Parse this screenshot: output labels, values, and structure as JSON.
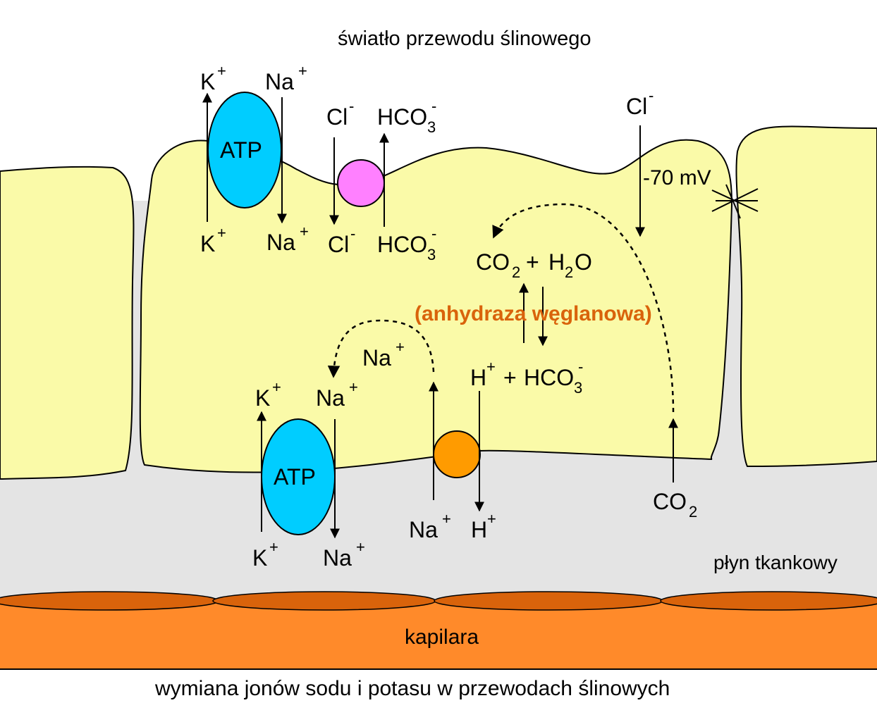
{
  "colors": {
    "cell_fill": "#fafaa8",
    "interstitial_fill": "#e4e4e4",
    "atp_pump": "#00cdff",
    "cl_hco3_exchanger": "#ff80ff",
    "na_h_exchanger": "#ff9b00",
    "capillary": "#ff8a2a",
    "capillary_cell": "#d9630b",
    "enzyme_text": "#d9630b"
  },
  "labels": {
    "lumen": "światło przewodu ślinowego",
    "interstitial": "płyn tkankowy",
    "capillary": "kapilara",
    "caption": "wymiana jonów sodu i potasu w przewodach ślinowych",
    "atp": "ATP",
    "potential": "-70 mV",
    "enzyme": "(anhydraza węglanowa)",
    "plus": "+"
  },
  "ions": {
    "k": "K",
    "na": "Na",
    "cl": "Cl",
    "h": "H",
    "hco": "HCO",
    "co": "CO",
    "h2o_h": "H",
    "h2o_o": "O",
    "sub_2": "2",
    "sub_3": "3",
    "sup_plus": "+",
    "sup_minus": "-"
  }
}
